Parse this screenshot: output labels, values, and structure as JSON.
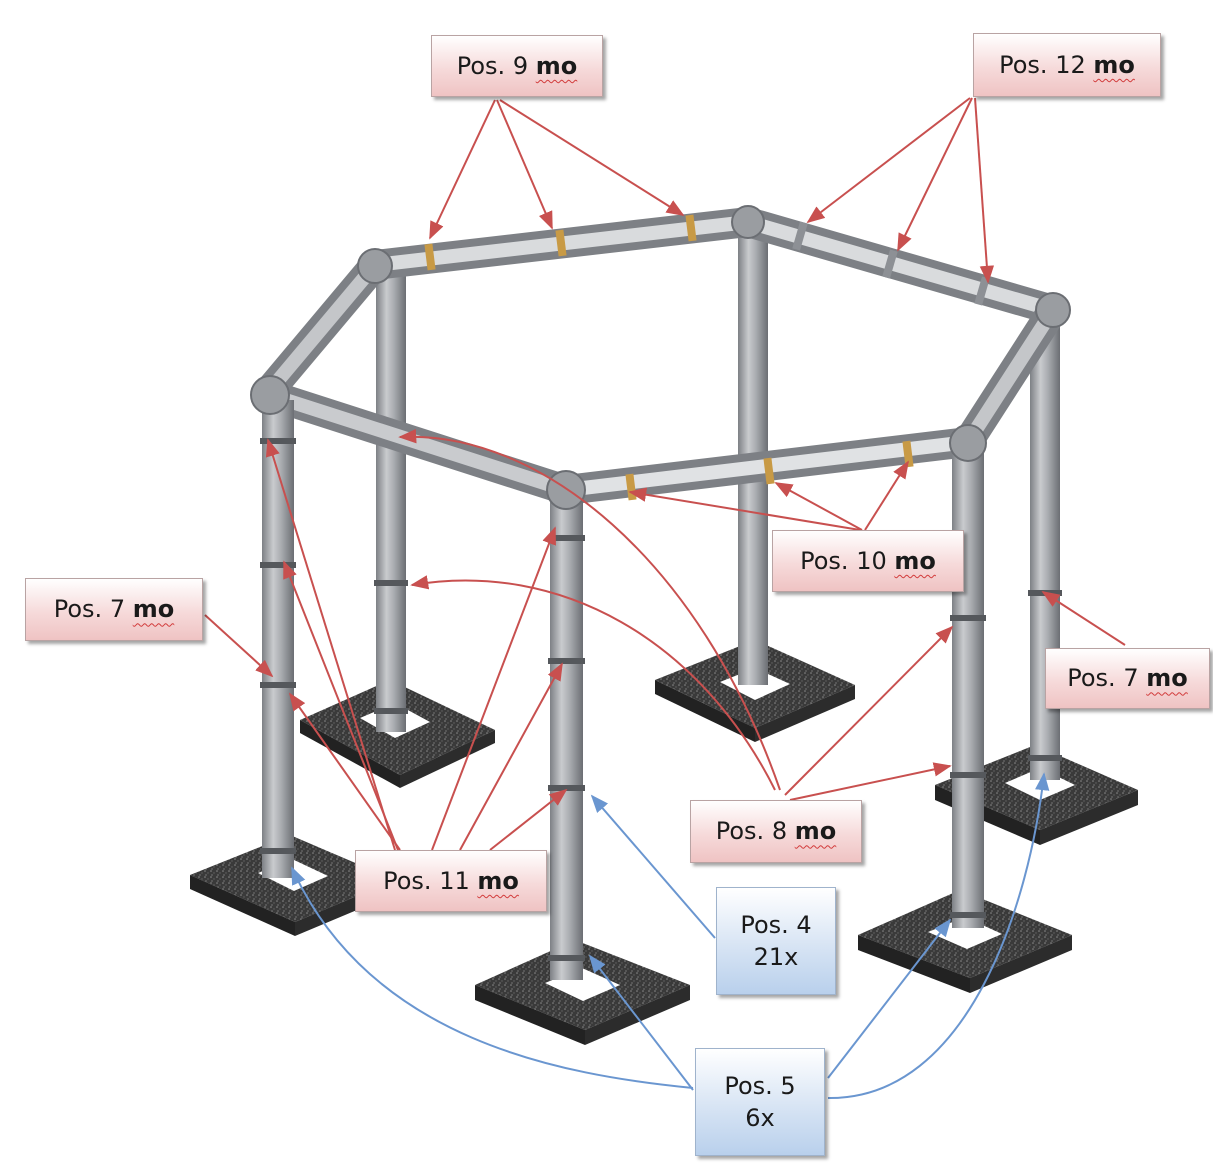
{
  "colors": {
    "red_arrow": "#c8504f",
    "blue_arrow": "#6a96d0",
    "pipe": "#a6a9ad",
    "clamp": "#c89a45",
    "base": "#3c3c3c"
  },
  "labels": {
    "pos9": {
      "text": "Pos. 9",
      "suffix": "mo"
    },
    "pos12": {
      "text": "Pos. 12",
      "suffix": "mo"
    },
    "pos10": {
      "text": "Pos. 10",
      "suffix": "mo"
    },
    "pos7_left": {
      "text": "Pos. 7",
      "suffix": "mo"
    },
    "pos7_right": {
      "text": "Pos. 7",
      "suffix": "mo"
    },
    "pos8": {
      "text": "Pos. 8",
      "suffix": "mo"
    },
    "pos11": {
      "text": "Pos. 11",
      "suffix": "mo"
    },
    "pos4": {
      "line1": "Pos. 4",
      "line2": "21x"
    },
    "pos5": {
      "line1": "Pos. 5",
      "line2": "6x"
    }
  }
}
